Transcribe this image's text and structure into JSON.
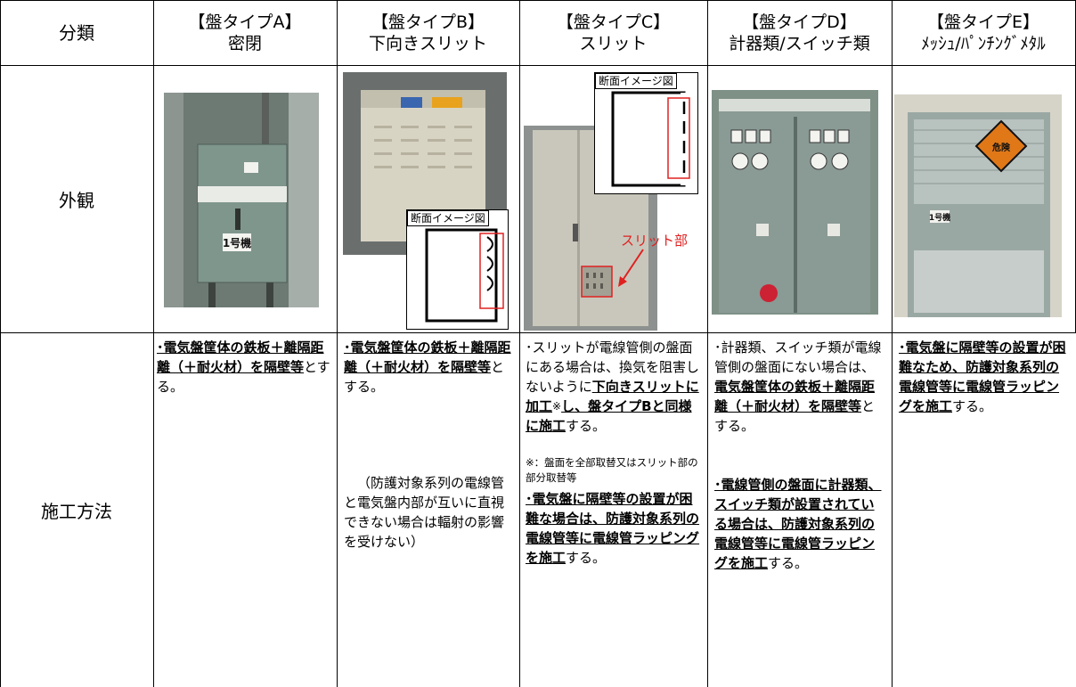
{
  "header": {
    "category": "分類",
    "types": [
      {
        "line1": "【盤タイプA】",
        "line2": "密閉"
      },
      {
        "line1": "【盤タイプB】",
        "line2": "下向きスリット"
      },
      {
        "line1": "【盤タイプC】",
        "line2": "スリット"
      },
      {
        "line1": "【盤タイプD】",
        "line2": "計器類/スイッチ類"
      },
      {
        "line1": "【盤タイプE】",
        "line2": "ﾒｯｼｭ/ﾊﾟﾝﾁﾝｸﾞﾒﾀﾙ"
      }
    ]
  },
  "rows": {
    "appearance": "外観",
    "method": "施工方法"
  },
  "photos": {
    "a_label": "1号機",
    "b_cross_title": "断面イメージ図",
    "c_cross_title": "断面イメージ図",
    "c_slit_label": "スリット部",
    "e_sign": "危険",
    "e_label": "1号機"
  },
  "methods": {
    "a": {
      "bold": "･電気盤筐体の鉄板＋離隔距離（＋耐火材）を隔壁等",
      "rest": "とする。"
    },
    "b": {
      "bold": "･電気盤筐体の鉄板＋離隔距離（＋耐火材）を隔壁等",
      "rest": "とする。",
      "note": "（防護対象系列の電線管と電気盤内部が互いに直視できない場合は輻射の影響を受けない）"
    },
    "c": {
      "intro": "･スリットが電線管側の盤面にある場合は、換気を阻害しないように",
      "bold1": "下向きスリットに加工",
      "mark": "※",
      "bold2": "し、盤タイプBと同様に施工",
      "rest1": "する。",
      "footnote": "※：盤面を全部取替又はスリット部の部分取替等",
      "bold3": "･電気盤に隔壁等の設置が困難な場合は、防護対象系列の電線管等に電線管ラッピングを施工",
      "rest3": "する。"
    },
    "d": {
      "intro": "･計器類、スイッチ類が電線管側の盤面にない場合は、",
      "bold1": "電気盤筐体の鉄板＋離隔距離（＋耐火材）を隔壁等",
      "rest1": "とする。",
      "bold2": "･電線管側の盤面に計器類、スイッチ類が設置されている場合は、防護対象系列の電線管等に電線管ラッピングを施工",
      "rest2": "する。"
    },
    "e": {
      "bold": "･電気盤に隔壁等の設置が困難なため、防護対象系列の電線管等に電線管ラッピングを施工",
      "rest": "する。"
    }
  },
  "colors": {
    "accent_red": "#e02020",
    "panel_gray": "#8a9a95",
    "cabinet_beige": "#d8d4c4"
  }
}
